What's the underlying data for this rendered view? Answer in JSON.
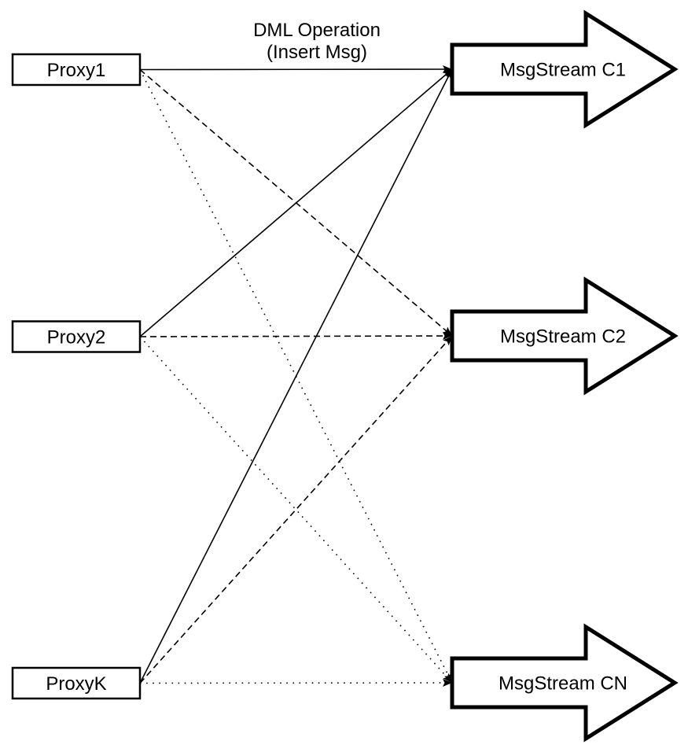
{
  "diagram": {
    "title": {
      "line1": "DML Operation",
      "line2": "(Insert Msg)"
    },
    "proxies": [
      {
        "id": "proxy1",
        "label": "Proxy1"
      },
      {
        "id": "proxy2",
        "label": "Proxy2"
      },
      {
        "id": "proxyk",
        "label": "ProxyK"
      }
    ],
    "streams": [
      {
        "id": "c1",
        "label": "MsgStream C1"
      },
      {
        "id": "c2",
        "label": "MsgStream C2"
      },
      {
        "id": "cn",
        "label": "MsgStream CN"
      }
    ],
    "connections": [
      {
        "from": "proxy1",
        "to": "c1",
        "style": "solid"
      },
      {
        "from": "proxy2",
        "to": "c1",
        "style": "solid"
      },
      {
        "from": "proxyk",
        "to": "c1",
        "style": "solid"
      },
      {
        "from": "proxy1",
        "to": "c2",
        "style": "dashed"
      },
      {
        "from": "proxy2",
        "to": "c2",
        "style": "dashed"
      },
      {
        "from": "proxyk",
        "to": "c2",
        "style": "dashed"
      },
      {
        "from": "proxy1",
        "to": "cn",
        "style": "dotted"
      },
      {
        "from": "proxy2",
        "to": "cn",
        "style": "dotted"
      },
      {
        "from": "proxyk",
        "to": "cn",
        "style": "dotted"
      }
    ],
    "colors": {
      "stroke": "#000000",
      "fill": "#ffffff"
    }
  }
}
